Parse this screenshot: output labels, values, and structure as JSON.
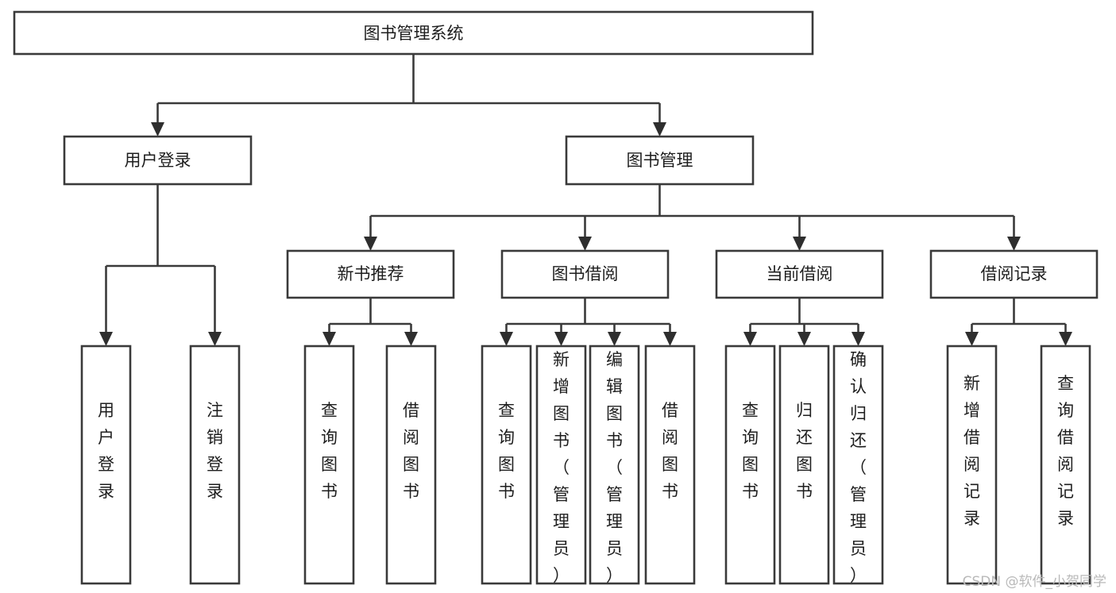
{
  "diagram": {
    "type": "tree-hierarchy-chart",
    "title_text": "图书管理系统",
    "colors": {
      "box_stroke": "#3a3a3a",
      "box_fill": "#ffffff",
      "connector": "#3a3a3a",
      "text": "#1d1d1d",
      "background": "#ffffff",
      "watermark": "#b9b9b9"
    },
    "levels": {
      "root": {
        "label": "图书管理系统"
      },
      "level2": [
        {
          "label": "用户登录"
        },
        {
          "label": "图书管理"
        }
      ],
      "level3": [
        {
          "label": "新书推荐"
        },
        {
          "label": "图书借阅"
        },
        {
          "label": "当前借阅"
        },
        {
          "label": "借阅记录"
        }
      ]
    },
    "nodes": {
      "root": {
        "label": "图书管理系统"
      },
      "user_login": {
        "label": "用户登录"
      },
      "book_manage": {
        "label": "图书管理"
      },
      "new_book_recommend": {
        "label": "新书推荐"
      },
      "book_borrow": {
        "label": "图书借阅"
      },
      "current_borrow": {
        "label": "当前借阅"
      },
      "borrow_record": {
        "label": "借阅记录"
      }
    },
    "leaves": {
      "user_login": [
        {
          "label": "用户登录"
        },
        {
          "label": "注销登录"
        }
      ],
      "new_book_recommend": [
        {
          "label": "查询图书"
        },
        {
          "label": "借阅图书"
        }
      ],
      "book_borrow": [
        {
          "label": "查询图书"
        },
        {
          "label": "新增图书（管理员）"
        },
        {
          "label": "编辑图书（管理员）"
        },
        {
          "label": "借阅图书"
        }
      ],
      "current_borrow": [
        {
          "label": "查询图书"
        },
        {
          "label": "归还图书"
        },
        {
          "label": "确认归还（管理员）"
        }
      ],
      "borrow_record": [
        {
          "label": "新增借阅记录"
        },
        {
          "label": "查询借阅记录"
        }
      ]
    },
    "watermark": "CSDN @软件_小贺同学"
  }
}
